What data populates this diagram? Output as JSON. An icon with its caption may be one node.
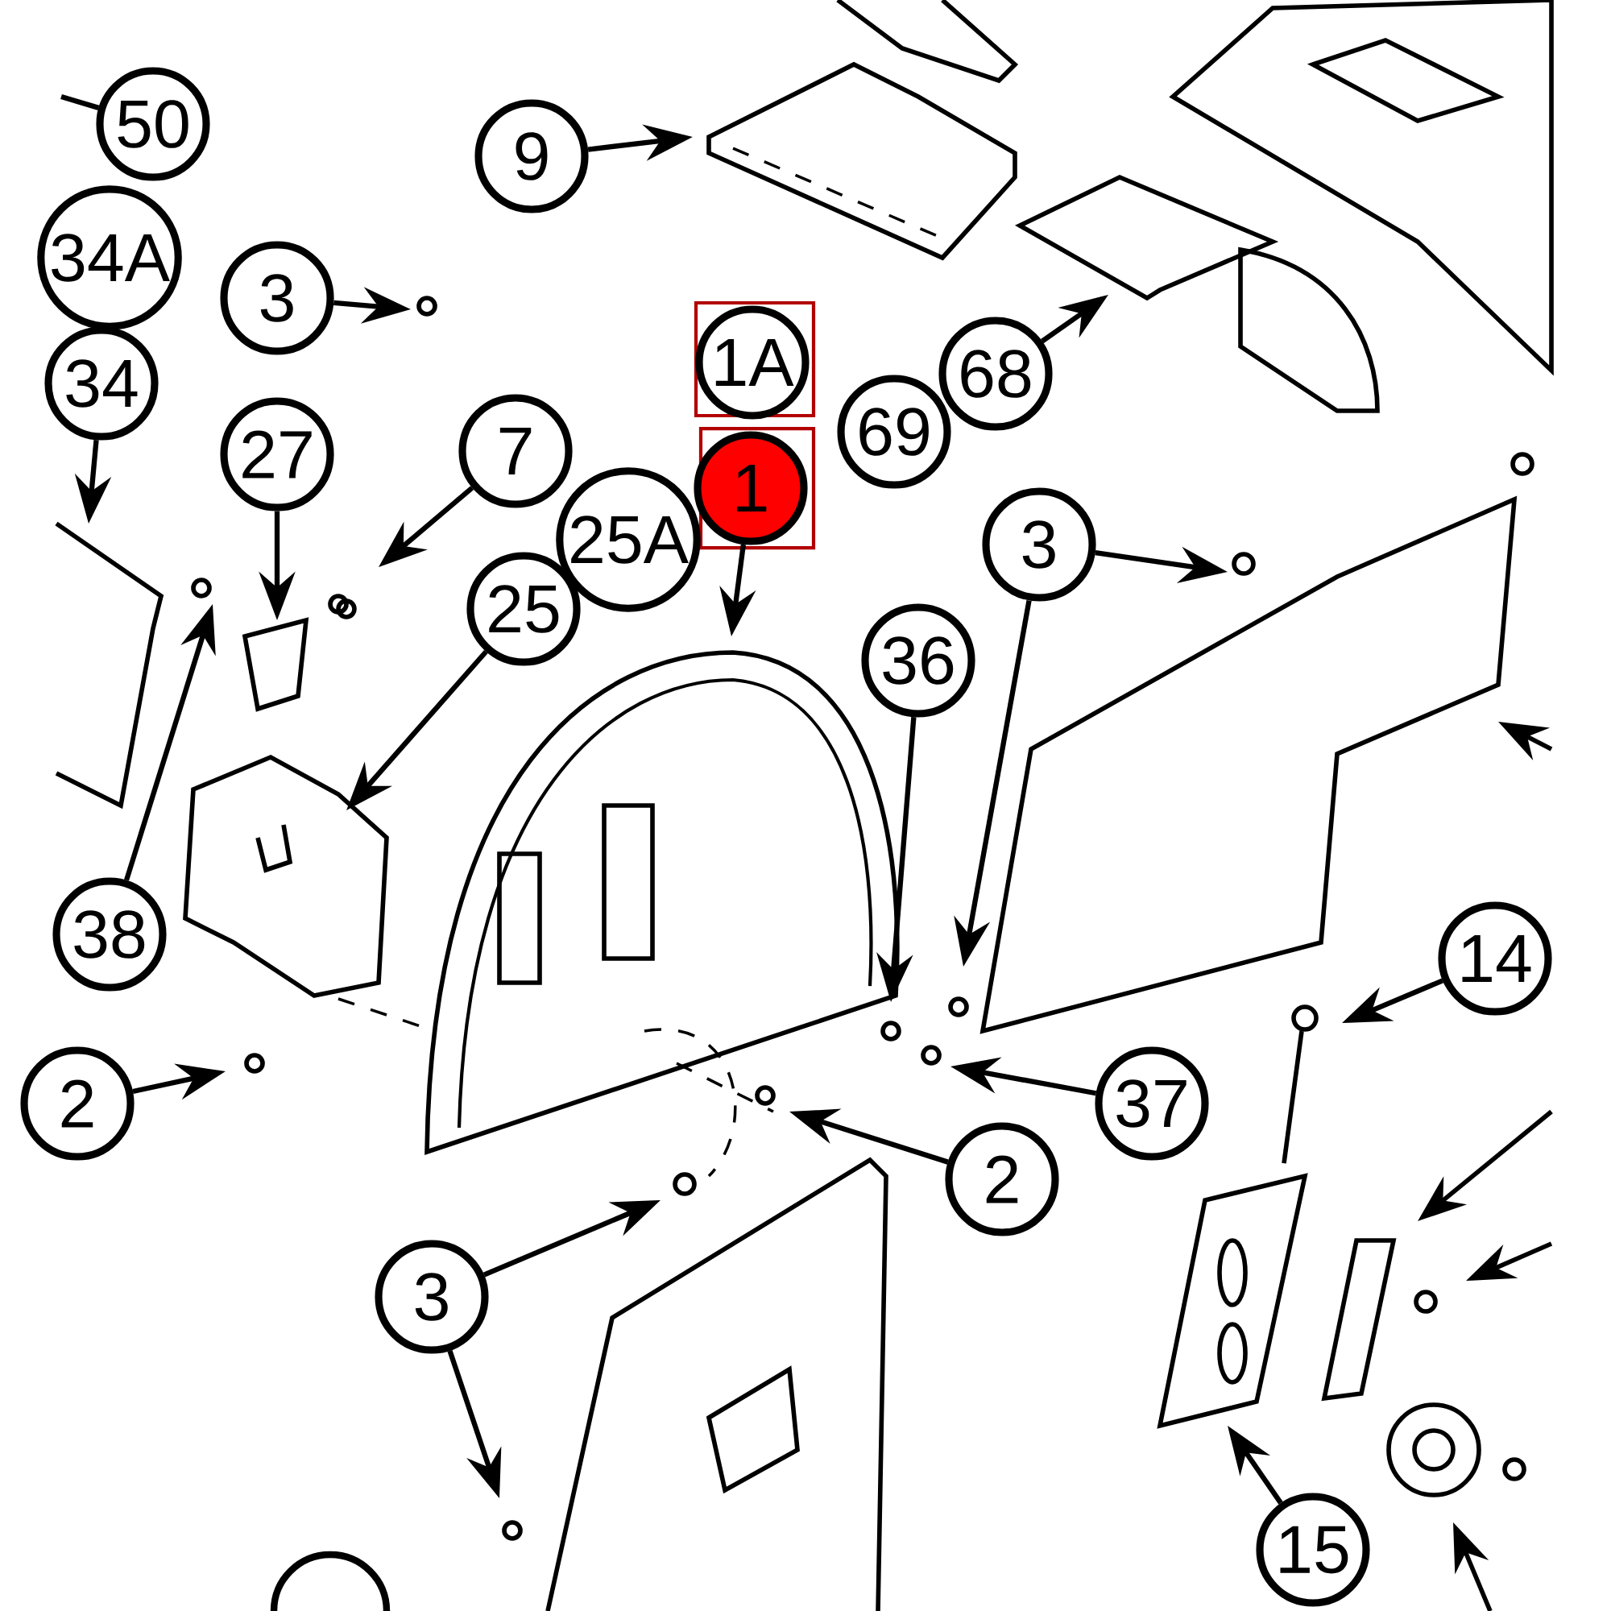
{
  "diagram": {
    "nodes": [
      {
        "text": [
          "50"
        ]
      },
      {
        "text": [
          "9"
        ]
      },
      {
        "text": [
          "34A"
        ]
      },
      {
        "text": [
          "3"
        ]
      },
      {
        "text": [
          "34"
        ]
      },
      {
        "text": [
          "1A"
        ]
      },
      {
        "text": [
          "27"
        ]
      },
      {
        "text": [
          "7"
        ]
      },
      {
        "text": [
          "68"
        ]
      },
      {
        "text": [
          "69"
        ]
      },
      {
        "text": [
          "1"
        ]
      },
      {
        "text": [
          "25A"
        ]
      },
      {
        "text": [
          "3"
        ]
      },
      {
        "text": [
          "25"
        ]
      },
      {
        "text": [
          "36"
        ]
      },
      {
        "text": [
          "38"
        ]
      },
      {
        "text": [
          "2"
        ]
      },
      {
        "text": [
          "14"
        ]
      },
      {
        "text": [
          "37"
        ]
      },
      {
        "text": [
          "2"
        ]
      },
      {
        "text": [
          "3"
        ]
      },
      {
        "text": [
          "15"
        ]
      }
    ],
    "edges": [
      {
        "from": 0,
        "to": null,
        "arrow": "none"
      },
      {
        "from": 1,
        "to": null,
        "arrow": "to"
      },
      {
        "from": 3,
        "to": null,
        "arrow": "to"
      },
      {
        "from": 4,
        "to": null,
        "arrow": "to"
      },
      {
        "from": 6,
        "to": null,
        "arrow": "to"
      },
      {
        "from": 7,
        "to": null,
        "arrow": "to"
      },
      {
        "from": 8,
        "to": null,
        "arrow": "to"
      },
      {
        "from": 10,
        "to": null,
        "arrow": "to"
      },
      {
        "from": 12,
        "to": null,
        "arrow": "to"
      },
      {
        "from": 12,
        "to": null,
        "arrow": "to"
      },
      {
        "from": 13,
        "to": null,
        "arrow": "to"
      },
      {
        "from": 14,
        "to": null,
        "arrow": "to"
      },
      {
        "from": 15,
        "to": null,
        "arrow": "to"
      },
      {
        "from": 16,
        "to": null,
        "arrow": "to"
      },
      {
        "from": 17,
        "to": null,
        "arrow": "to"
      },
      {
        "from": 18,
        "to": null,
        "arrow": "to"
      },
      {
        "from": 19,
        "to": null,
        "arrow": "to"
      },
      {
        "from": 20,
        "to": null,
        "arrow": "to"
      },
      {
        "from": 20,
        "to": null,
        "arrow": "to"
      },
      {
        "from": 21,
        "to": null,
        "arrow": "to"
      }
    ]
  }
}
